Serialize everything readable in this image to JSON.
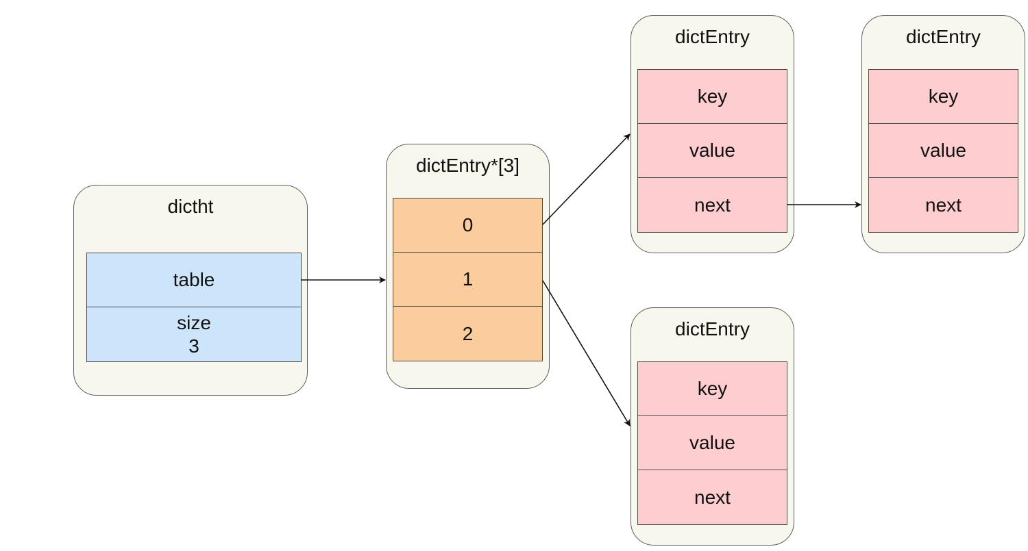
{
  "dictht": {
    "title": "dictht",
    "fields": [
      {
        "label": "table"
      },
      {
        "label": "size",
        "value": "3"
      }
    ]
  },
  "bucket_array": {
    "title": "dictEntry*[3]",
    "slots": [
      "0",
      "1",
      "2"
    ]
  },
  "entries": [
    {
      "title": "dictEntry",
      "fields": [
        "key",
        "value",
        "next"
      ]
    },
    {
      "title": "dictEntry",
      "fields": [
        "key",
        "value",
        "next"
      ]
    },
    {
      "title": "dictEntry",
      "fields": [
        "key",
        "value",
        "next"
      ]
    }
  ],
  "edges": [
    {
      "from": "dictht.table",
      "to": "bucket_array"
    },
    {
      "from": "bucket_array.slot-0",
      "to": "entries.0"
    },
    {
      "from": "entries.0.next",
      "to": "entries.1"
    },
    {
      "from": "bucket_array.slot-1",
      "to": "entries.2"
    }
  ],
  "colors": {
    "node_fill": "#f8f7ee",
    "dictht_fields": "#cce5fb",
    "bucket_slots": "#fbcd9c",
    "entry_fields": "#fdcdcf",
    "stroke": "#4a4a4a"
  }
}
